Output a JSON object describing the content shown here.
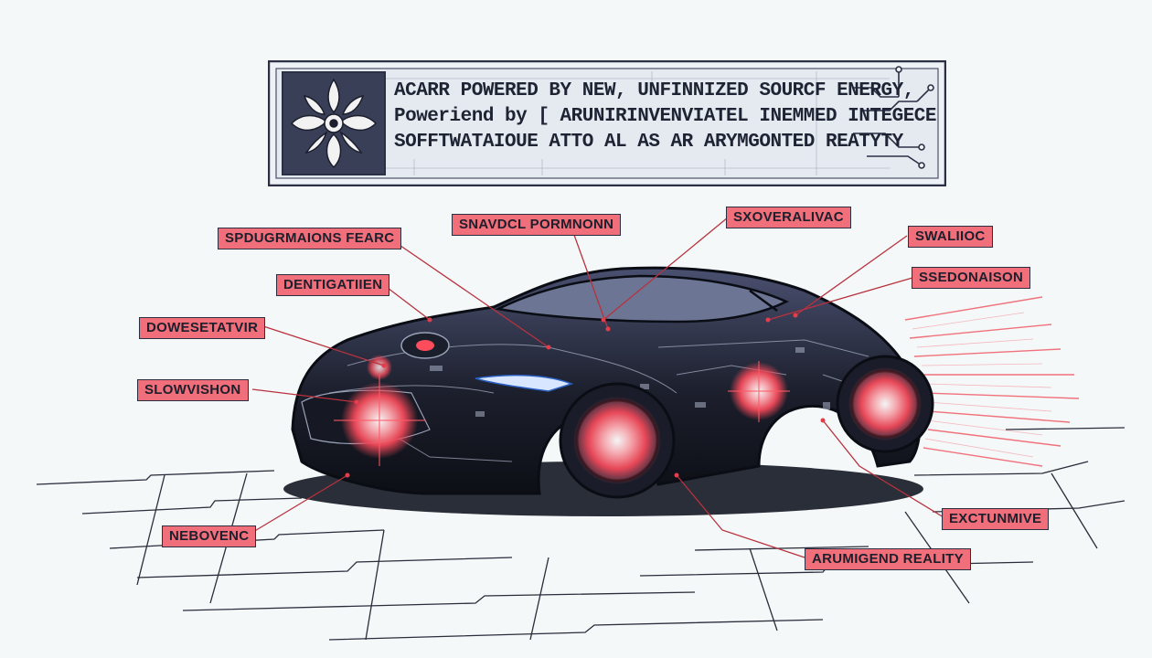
{
  "banner": {
    "lines": [
      "ACARR POWERED BY NEW, UNFINNIZED SOURCF ENERGY,",
      "Poweriend by [ ARUNIRINVENVIATEL INEMMED INTEGECE",
      "SOFFTWATAIOUE ATTO AL AS AR ARYMGONTED REATYTY"
    ]
  },
  "callouts": {
    "c1": "SPDUGRMAIONS FEARC",
    "c2": "DENTIGATIIEN",
    "c3": "DOWESETATVIR",
    "c4": "SLOWVISHON",
    "c5": "SNAVDCL PORMNONN",
    "c6": "SXOVERALIVAC",
    "c7": "SWALIIOC",
    "c8": "SSEDONAISON",
    "c9": "NEBOVENC",
    "c10": "EXCTUNMIVE",
    "c11": "ARUMIGEND REALITY"
  },
  "colors": {
    "accent": "#f06f7a",
    "glow": "#ff3b48",
    "ink": "#1d1f2c",
    "background": "#f4f8f9"
  }
}
